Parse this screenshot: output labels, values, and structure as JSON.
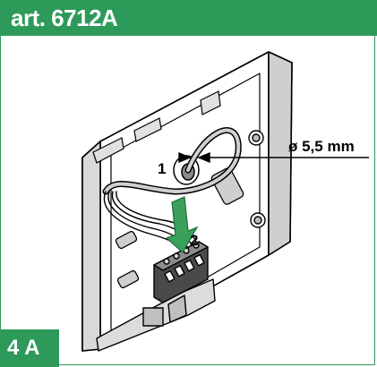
{
  "header": {
    "title": "art. 6712A"
  },
  "figure": {
    "dimension_label": "ø 5,5 mm",
    "callout_1": "1",
    "callout_2": "2"
  },
  "footer": {
    "badge": "4 A"
  },
  "colors": {
    "accent": "#2e9a5a",
    "panel": "#e6e6e6",
    "line": "#000000",
    "arrow": "#3aa05c"
  }
}
